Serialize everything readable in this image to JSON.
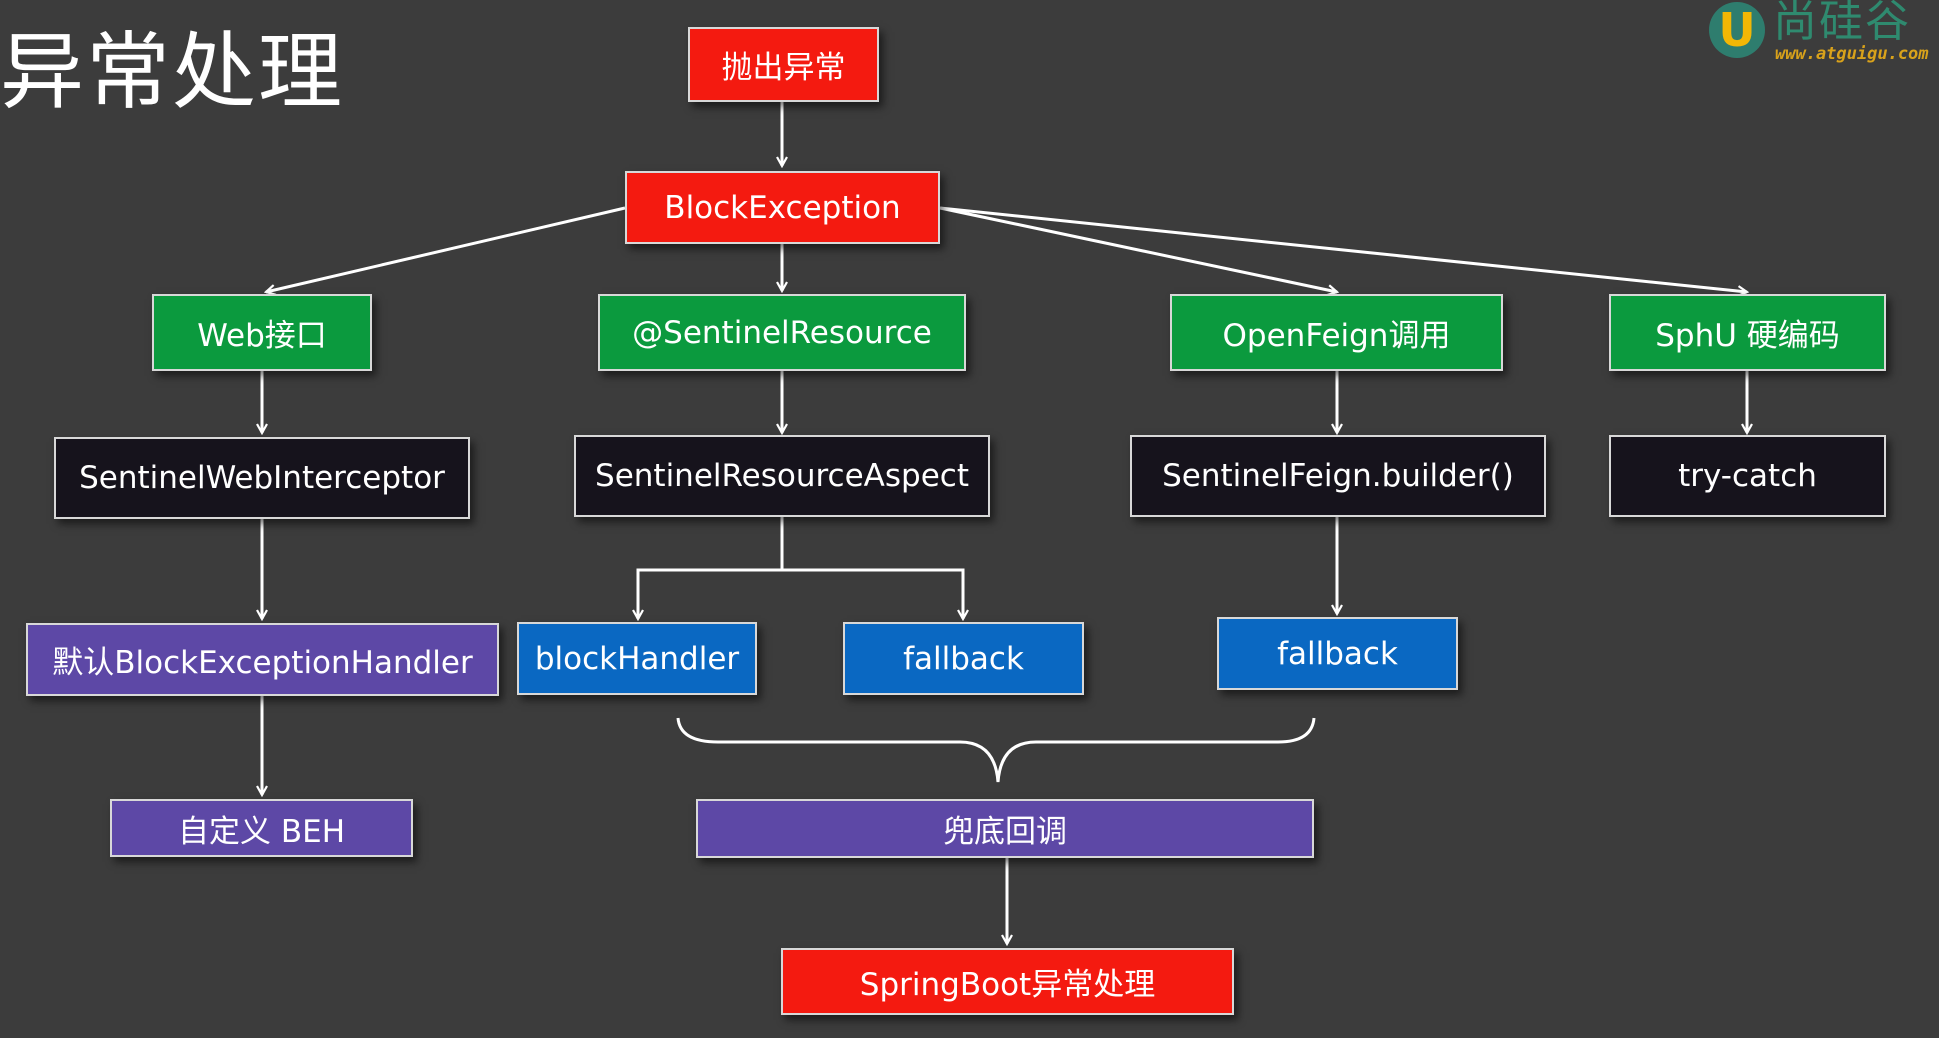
{
  "title": "异常处理",
  "logo": {
    "mark": "U",
    "name": "尚硅谷",
    "url": "www.atguigu.com"
  },
  "nodes": {
    "throw_exception": "抛出异常",
    "block_exception": "BlockException",
    "web_interface": "Web接口",
    "sentinel_resource": "@SentinelResource",
    "openfeign_call": "OpenFeign调用",
    "sphu_hardcode": "SphU 硬编码",
    "sentinel_web_interceptor": "SentinelWebInterceptor",
    "sentinel_resource_aspect": "SentinelResourceAspect",
    "sentinel_feign_builder": "SentinelFeign.builder()",
    "try_catch": "try-catch",
    "default_handler": "默认BlockExceptionHandler",
    "block_handler": "blockHandler",
    "fallback_resource": "fallback",
    "fallback_feign": "fallback",
    "custom_beh": "自定义 BEH",
    "fallback_callback": "兜底回调",
    "springboot_exception": "SpringBoot异常处理"
  },
  "colors": {
    "background": "#3c3c3c",
    "red": "#f41a10",
    "green": "#0b9a3e",
    "dark": "#16131c",
    "blue": "#0a68c2",
    "purple": "#5d48a6",
    "connector": "#ffffff"
  }
}
